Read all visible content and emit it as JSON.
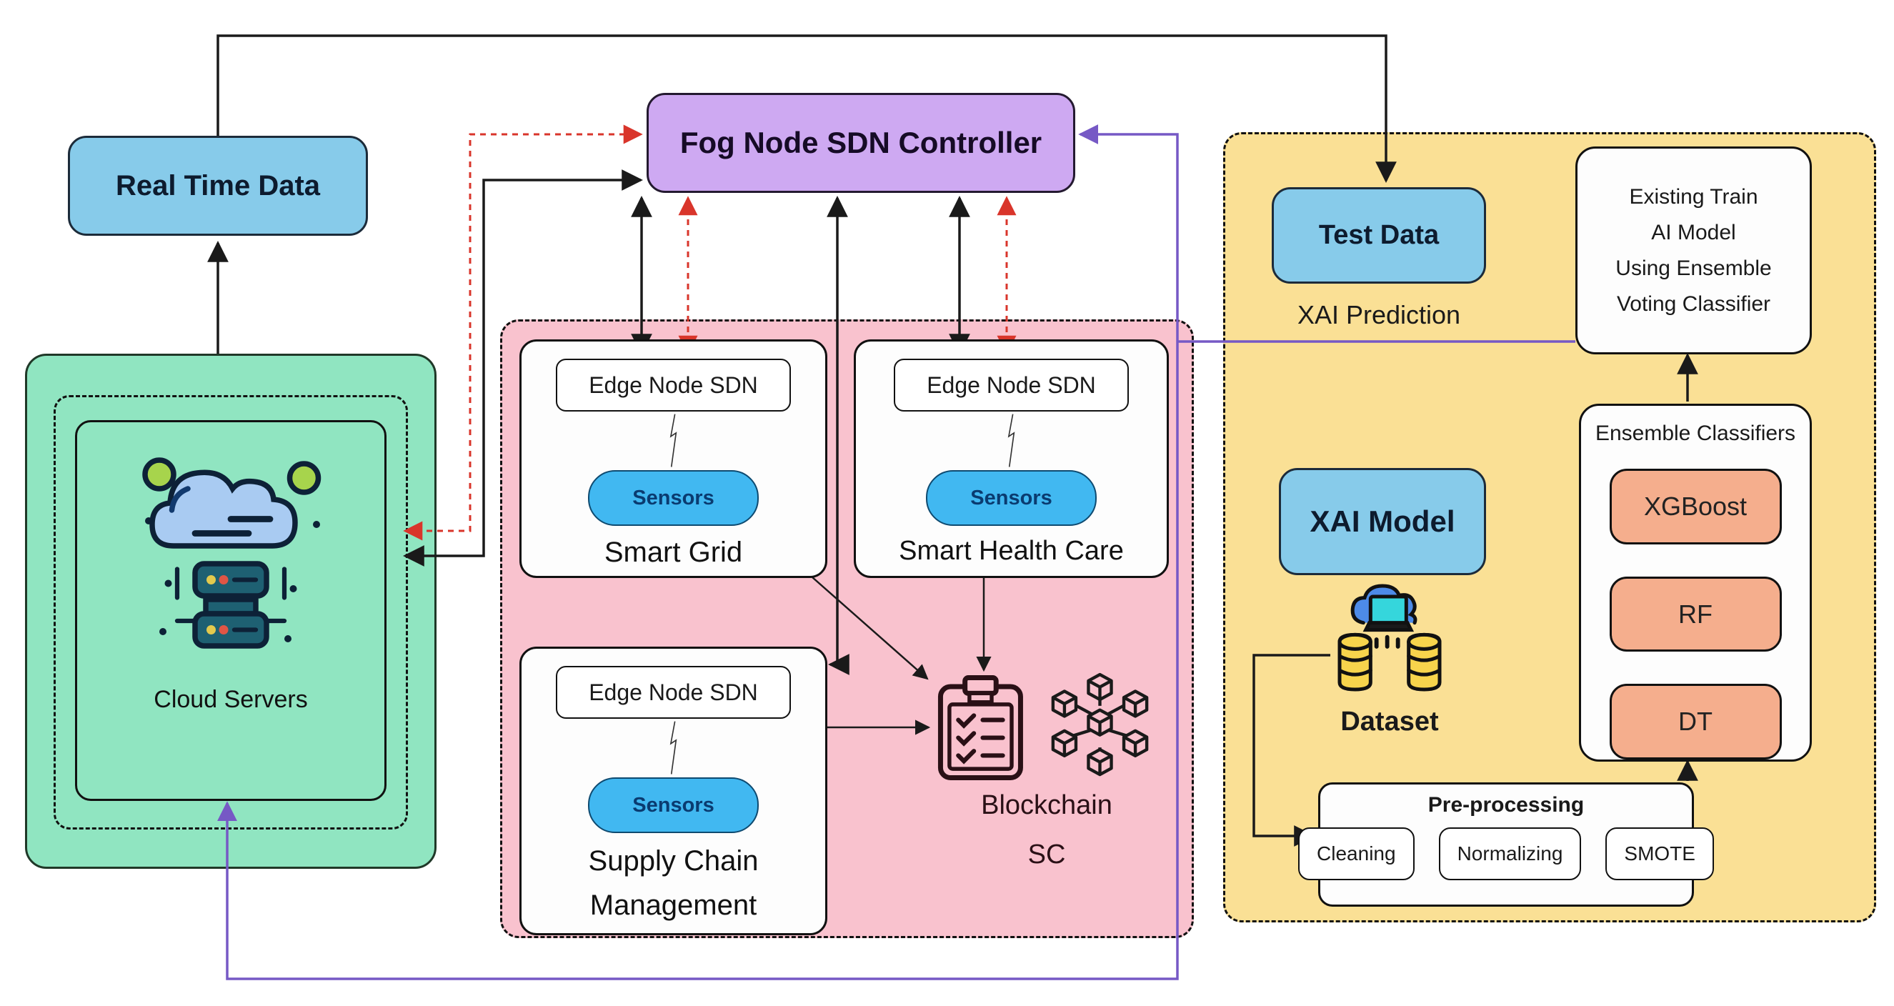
{
  "title_nodes": {
    "real_time_data": "Real Time Data",
    "fog_controller": "Fog Node SDN Controller",
    "cloud_servers": "Cloud Servers"
  },
  "iot_domains": {
    "smart_grid": {
      "edge": "Edge Node SDN",
      "sensors": "Sensors",
      "label": "Smart Grid"
    },
    "smart_health": {
      "edge": "Edge Node SDN",
      "sensors": "Sensors",
      "label": "Smart Health Care"
    },
    "supply_chain": {
      "edge": "Edge Node SDN",
      "sensors": "Sensors",
      "label_line1": "Supply Chain",
      "label_line2": "Management"
    },
    "blockchain": {
      "label_line1": "Blockchain",
      "label_line2": "SC"
    }
  },
  "xai_section": {
    "test_data": "Test Data",
    "xai_prediction": "XAI Prediction",
    "existing_model_lines": [
      "Existing Train",
      "AI Model",
      "Using Ensemble",
      "Voting Classifier"
    ],
    "xai_model": "XAI Model",
    "ensemble": {
      "title": "Ensemble Classifiers",
      "classifiers": [
        "XGBoost",
        "RF",
        "DT"
      ]
    },
    "dataset": "Dataset",
    "preprocessing": {
      "title": "Pre-processing",
      "steps": [
        "Cleaning",
        "Normalizing",
        "SMOTE"
      ]
    }
  },
  "colors": {
    "node-blue": "#87CBEA",
    "sensors-blue": "#41B8F1",
    "fog-purple": "#CEA9F2",
    "cloud-green": "#90E5C1",
    "domain-pink": "#F9C2CE",
    "xai-yellow": "#FAE095",
    "classifier-salmon": "#F5AE8D",
    "line-black": "#1a1a1a",
    "line-red": "#D9352B",
    "line-purple": "#7659C5"
  }
}
